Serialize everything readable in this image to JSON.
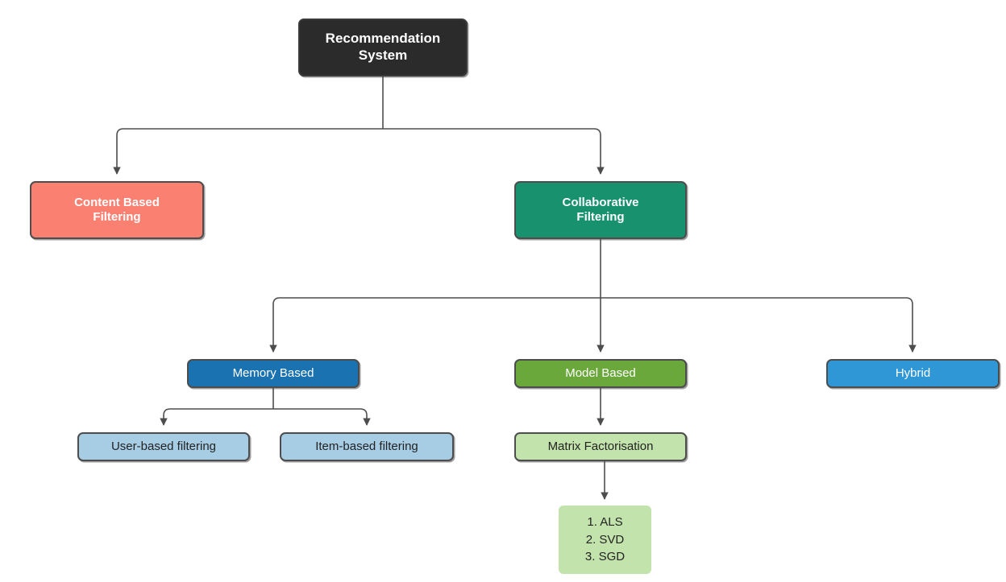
{
  "diagram": {
    "title": "Recommendation System taxonomy flowchart",
    "type": "tree-flowchart",
    "background": "#ffffff",
    "edge_color": "#4d4d4d",
    "nodes": {
      "root": {
        "label": "Recommendation\nSystem",
        "fill": "#2b2b2b",
        "text_color": "#ffffff"
      },
      "content_based": {
        "label": "Content Based\nFiltering",
        "fill": "#fa8072",
        "text_color": "#ffffff"
      },
      "collaborative": {
        "label": "Collaborative\nFiltering",
        "fill": "#18916f",
        "text_color": "#ffffff"
      },
      "memory_based": {
        "label": "Memory Based",
        "fill": "#1a72b1",
        "text_color": "#ffffff"
      },
      "model_based": {
        "label": "Model Based",
        "fill": "#6aa83c",
        "text_color": "#ffffff"
      },
      "hybrid": {
        "label": "Hybrid",
        "fill": "#2f97d6",
        "text_color": "#ffffff"
      },
      "user_based_filtering": {
        "label": "User-based filtering",
        "fill": "#a7cde5",
        "text_color": "#232323"
      },
      "item_based_filtering": {
        "label": "Item-based filtering",
        "fill": "#a7cde5",
        "text_color": "#232323"
      },
      "matrix_factorisation": {
        "label": "Matrix Factorisation",
        "fill": "#c3e3ac",
        "text_color": "#232323"
      },
      "algorithms": {
        "label": "1. ALS\n2. SVD\n3. SGD",
        "fill": "#c3e3ac",
        "text_color": "#232323",
        "items": [
          "1. ALS",
          "2. SVD",
          "3. SGD"
        ]
      }
    },
    "edges": [
      {
        "from": "root",
        "to": "content_based"
      },
      {
        "from": "root",
        "to": "collaborative"
      },
      {
        "from": "collaborative",
        "to": "memory_based"
      },
      {
        "from": "collaborative",
        "to": "model_based"
      },
      {
        "from": "collaborative",
        "to": "hybrid"
      },
      {
        "from": "memory_based",
        "to": "user_based_filtering"
      },
      {
        "from": "memory_based",
        "to": "item_based_filtering"
      },
      {
        "from": "model_based",
        "to": "matrix_factorisation"
      },
      {
        "from": "matrix_factorisation",
        "to": "algorithms"
      }
    ]
  }
}
